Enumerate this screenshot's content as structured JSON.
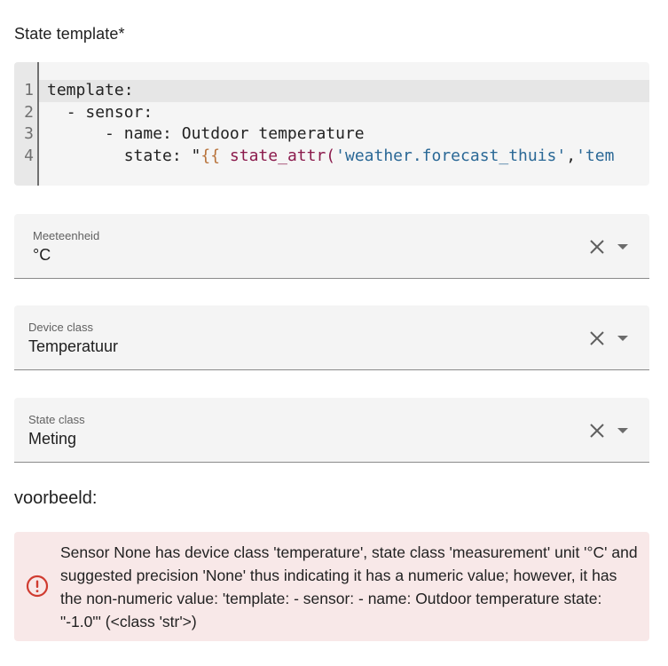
{
  "state_template": {
    "label": "State template*",
    "line_numbers": [
      "1",
      "2",
      "3",
      "4"
    ],
    "lines": [
      {
        "indent": "",
        "text": "template:"
      },
      {
        "indent": "  ",
        "text": "- sensor:"
      },
      {
        "indent": "      ",
        "text": "- name: Outdoor temperature"
      },
      {
        "indent": "        ",
        "key": "state: \"",
        "brace": "{{ ",
        "func": "state_attr(",
        "string1": "'weather.forecast_thuis'",
        "sep": ",",
        "string2": "'tem"
      }
    ],
    "colors": {
      "brace": "#b8733b",
      "function": "#8b1a4c",
      "string": "#2a6896"
    }
  },
  "fields": [
    {
      "label": "Meeteenheid",
      "value": "°C"
    },
    {
      "label": "Device class",
      "value": "Temperatuur"
    },
    {
      "label": "State class",
      "value": "Meting"
    }
  ],
  "preview": {
    "label": "voorbeeld:",
    "error": {
      "icon": "alert-circle-icon",
      "color": "#d03b30",
      "message": "Sensor None has device class 'temperature', state class 'measurement' unit '°C' and suggested precision 'None' thus indicating it has a numeric value; however, it has the non-numeric value: 'template: - sensor: - name: Outdoor temperature state: \"-1.0\"' (<class 'str'>)"
    }
  }
}
